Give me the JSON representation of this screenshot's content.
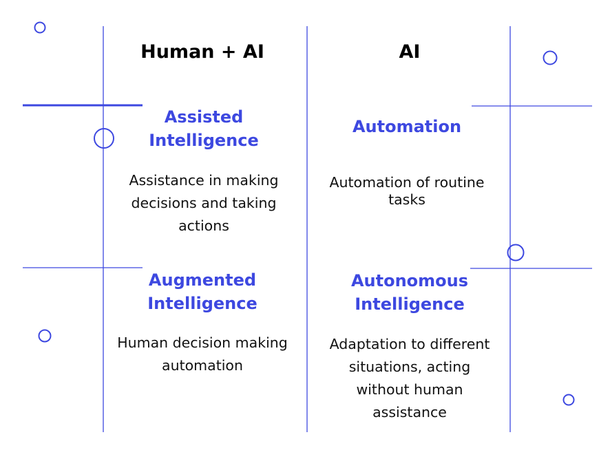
{
  "colors": {
    "accent": "#3d48e0"
  },
  "columns": [
    {
      "header": "Human + AI",
      "cells": [
        {
          "title": [
            "Assisted",
            "Intelligence"
          ],
          "desc": [
            "Assistance in making",
            "decisions and taking",
            "actions"
          ]
        },
        {
          "title": [
            "Augmented",
            "Intelligence"
          ],
          "desc": [
            "Human decision making",
            "automation"
          ]
        }
      ]
    },
    {
      "header": "AI",
      "cells": [
        {
          "title": [
            "Automation"
          ],
          "desc": [
            "Automation of routine",
            "tasks"
          ]
        },
        {
          "title": [
            "Autonomous",
            "Intelligence"
          ],
          "desc": [
            "Adaptation to different",
            "situations, acting",
            "without human",
            "assistance"
          ]
        }
      ]
    }
  ]
}
